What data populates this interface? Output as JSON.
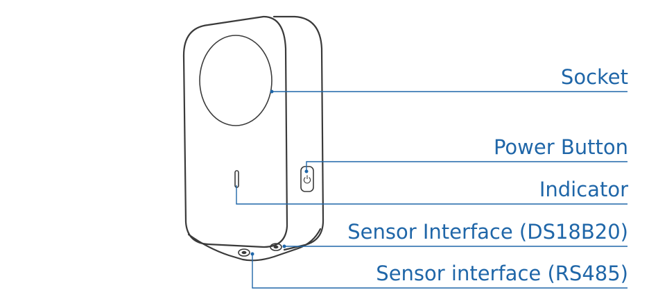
{
  "labels": {
    "socket": "Socket",
    "power_button": "Power Button",
    "indicator": "Indicator",
    "sensor_ds18b20": "Sensor Interface (DS18B20)",
    "sensor_rs485": "Sensor interface (RS485)"
  },
  "colors": {
    "callout": "#1f66a8",
    "device_outline": "#3a3a3a",
    "background": "#ffffff"
  },
  "icons": [
    "power-icon"
  ]
}
